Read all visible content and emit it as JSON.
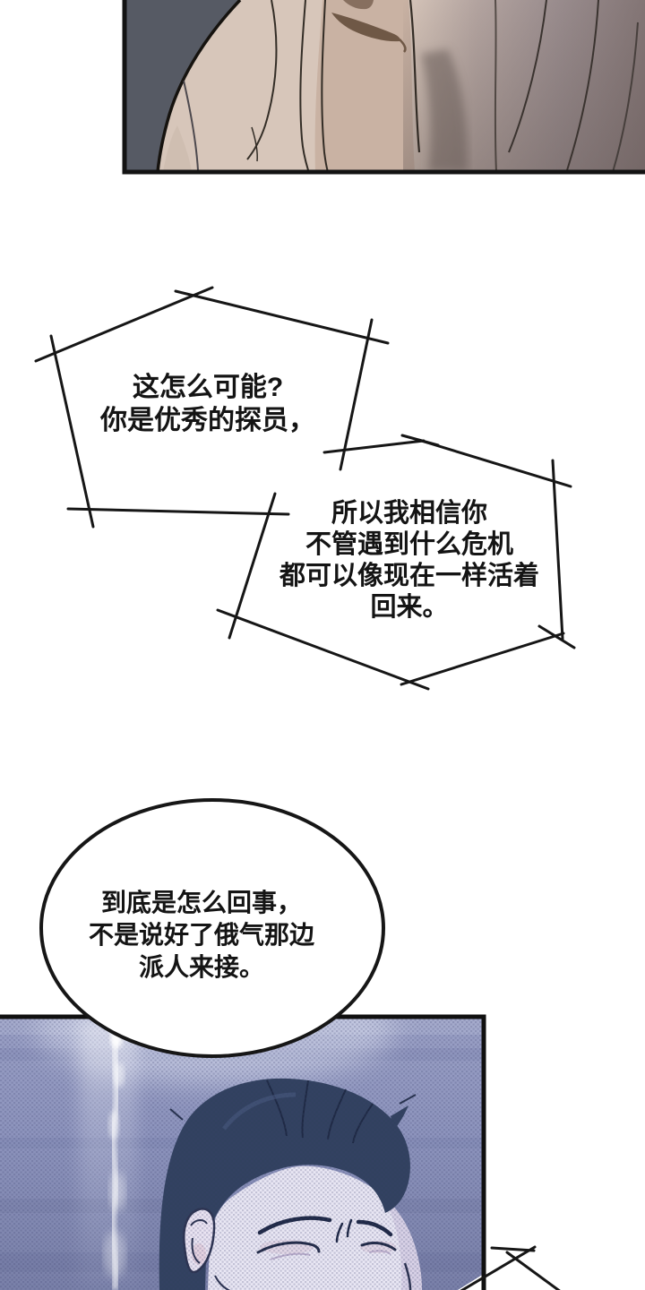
{
  "page": {
    "type": "manhwa comic page",
    "background": "#ffffff"
  },
  "panels": [
    {
      "id": "top-panel",
      "description": "close-up of long light beige hair falling over a chin and neck, dark slate background at left"
    },
    {
      "id": "bottom-panel",
      "description": "man with dark hair, eyes closed and brow furrowed, bluish halftone scene with rising cigarette smoke at left"
    }
  ],
  "speech_bubbles": [
    {
      "id": "bubble-1",
      "shape": "sketchy-pentagon",
      "text": "这怎么可能?\n你是优秀的探员，"
    },
    {
      "id": "bubble-2",
      "shape": "sketchy-hexagon",
      "text": "所以我相信你\n不管遇到什么危机\n都可以像现在一样活着\n回来。"
    },
    {
      "id": "bubble-3",
      "shape": "ellipse",
      "text": "到底是怎么回事，\n不是说好了俄气那边\n派人来接。"
    }
  ],
  "palette": {
    "ink": "#161616",
    "top_bg_left": "#565a64",
    "top_hair_light": "#d7c6ba",
    "top_hair_tint": "#cfbeb1",
    "top_skin": "#c9b2a3",
    "top_shadow": "#6f5846",
    "top_hair_right": "#95888a",
    "top_hair_right_dark": "#837575",
    "bot_base": "#8d94bd",
    "bot_base_dark": "#7a81a9",
    "bot_hair": "#31415f",
    "bot_face": "#e9e7f4",
    "bot_line": "#2c3350",
    "bot_blush": "#dfc2d0",
    "smoke": "#ffffff"
  }
}
